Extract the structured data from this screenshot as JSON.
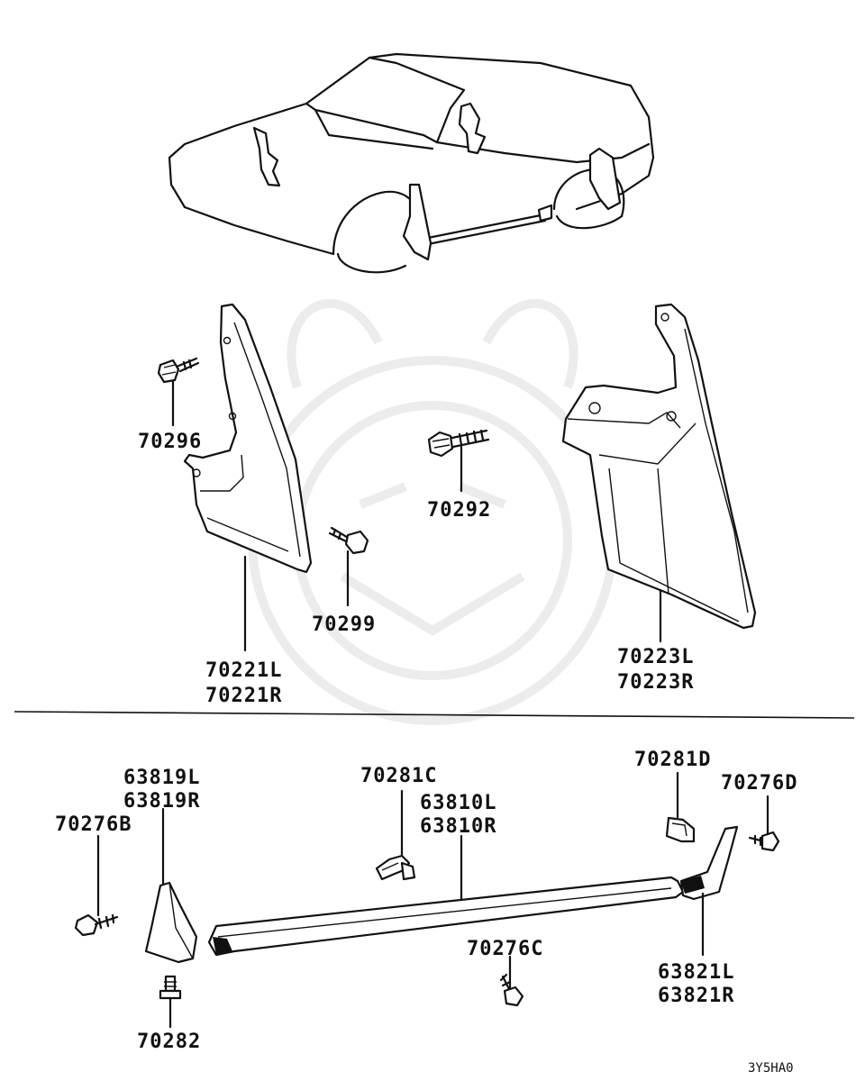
{
  "callouts": {
    "p70296": "70296",
    "p70292": "70292",
    "p70299": "70299",
    "p70221": [
      "70221L",
      "70221R"
    ],
    "p70223": [
      "70223L",
      "70223R"
    ],
    "p63819": [
      "63819L",
      "63819R"
    ],
    "p70276B": "70276B",
    "p70281C": "70281C",
    "p63810": [
      "63810L",
      "63810R"
    ],
    "p70281D": "70281D",
    "p70276D": "70276D",
    "p70276C": "70276C",
    "p63821": [
      "63821L",
      "63821R"
    ],
    "p70282": "70282"
  },
  "diagram_code": "3Y5HA0",
  "icons": {
    "watermark": "samurai-mask-watermark"
  }
}
